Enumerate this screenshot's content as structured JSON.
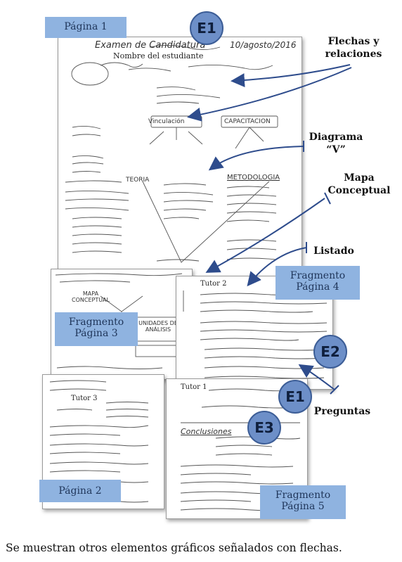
{
  "tags": {
    "pagina1": "Página 1",
    "pagina2": "Página 2",
    "fragmento3": "Fragmento\nPágina 3",
    "fragmento4": "Fragmento\nPágina 4",
    "fragmento5": "Fragmento\nPágina 5"
  },
  "badges": {
    "e1_top": "E1",
    "e2": "E2",
    "e1_tutor": "E1",
    "e3": "E3"
  },
  "callouts": {
    "flechas": "Flechas y\nrelaciones",
    "diagrama": "Diagrama\n“V”",
    "mapa": "Mapa\nConceptual",
    "listado": "Listado",
    "preguntas": "Preguntas"
  },
  "sheets": {
    "page1_header": "Examen de Candidatura",
    "page1_date": "10/agosto/2016",
    "page1_label": "Nombre del estudiante",
    "tutor2": "Tutor 2",
    "tutor3": "Tutor 3",
    "tutor1": "Tutor 1",
    "conclusiones": "Conclusiones",
    "metodologia": "METODOLOGIA",
    "teoria": "TEORIA",
    "vinculacion": "Vinculación",
    "capacitacion": "CAPACITACION",
    "mapa_conceptual": "MAPA CONCEPTUAL",
    "unidades": "UNIDADES DE ANÁLISIS"
  },
  "caption": "Se muestran otros elementos gráficos señalados con flechas.",
  "colors": {
    "tag_fill": "#8fb3e0",
    "badge_fill": "#6d8fc8",
    "arrow": "#2e4c8c"
  }
}
